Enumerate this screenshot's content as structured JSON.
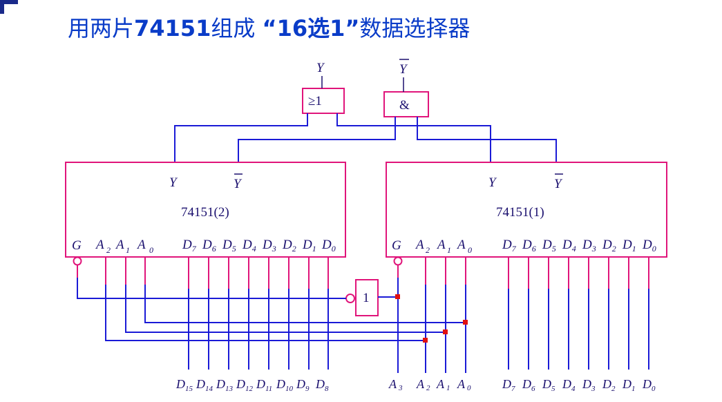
{
  "title": {
    "prefix": "用两片",
    "chip": "74151",
    "middle": "组成 ",
    "quote": "“16选1”",
    "suffix": "数据选择器"
  },
  "colors": {
    "title": "#0a3cc8",
    "chip_border": "#e0147a",
    "wire": "#1a1ad6",
    "pin": "#e0147a",
    "junction": "#e01010",
    "text": "#1a0f6e"
  },
  "gates": {
    "or_label": "≥1",
    "and_label": "&",
    "not_label": "1",
    "or_output": "Y",
    "and_output": "Y"
  },
  "chip_left": {
    "name": "74151(2)",
    "out_y": "Y",
    "out_ybar": "Y",
    "pins": {
      "g": "G",
      "a2": "A",
      "a2_sub": "2",
      "a1": "A",
      "a1_sub": "1",
      "a0": "A",
      "a0_sub": "0"
    },
    "data_pins": [
      "7",
      "6",
      "5",
      "4",
      "3",
      "2",
      "1",
      "0"
    ]
  },
  "chip_right": {
    "name": "74151(1)",
    "out_y": "Y",
    "out_ybar": "Y",
    "pins": {
      "g": "G",
      "a2": "A",
      "a2_sub": "2",
      "a1": "A",
      "a1_sub": "1",
      "a0": "A",
      "a0_sub": "0"
    },
    "data_pins": [
      "7",
      "6",
      "5",
      "4",
      "3",
      "2",
      "1",
      "0"
    ]
  },
  "bottom_labels": {
    "left_data": [
      "15",
      "14",
      "13",
      "12",
      "11",
      "10",
      "9",
      "8"
    ],
    "addr": [
      {
        "letter": "A",
        "sub": "3"
      },
      {
        "letter": "A",
        "sub": "2"
      },
      {
        "letter": "A",
        "sub": "1"
      },
      {
        "letter": "A",
        "sub": "0"
      }
    ],
    "right_data": [
      "7",
      "6",
      "5",
      "4",
      "3",
      "2",
      "1",
      "0"
    ],
    "data_letter": "D"
  }
}
